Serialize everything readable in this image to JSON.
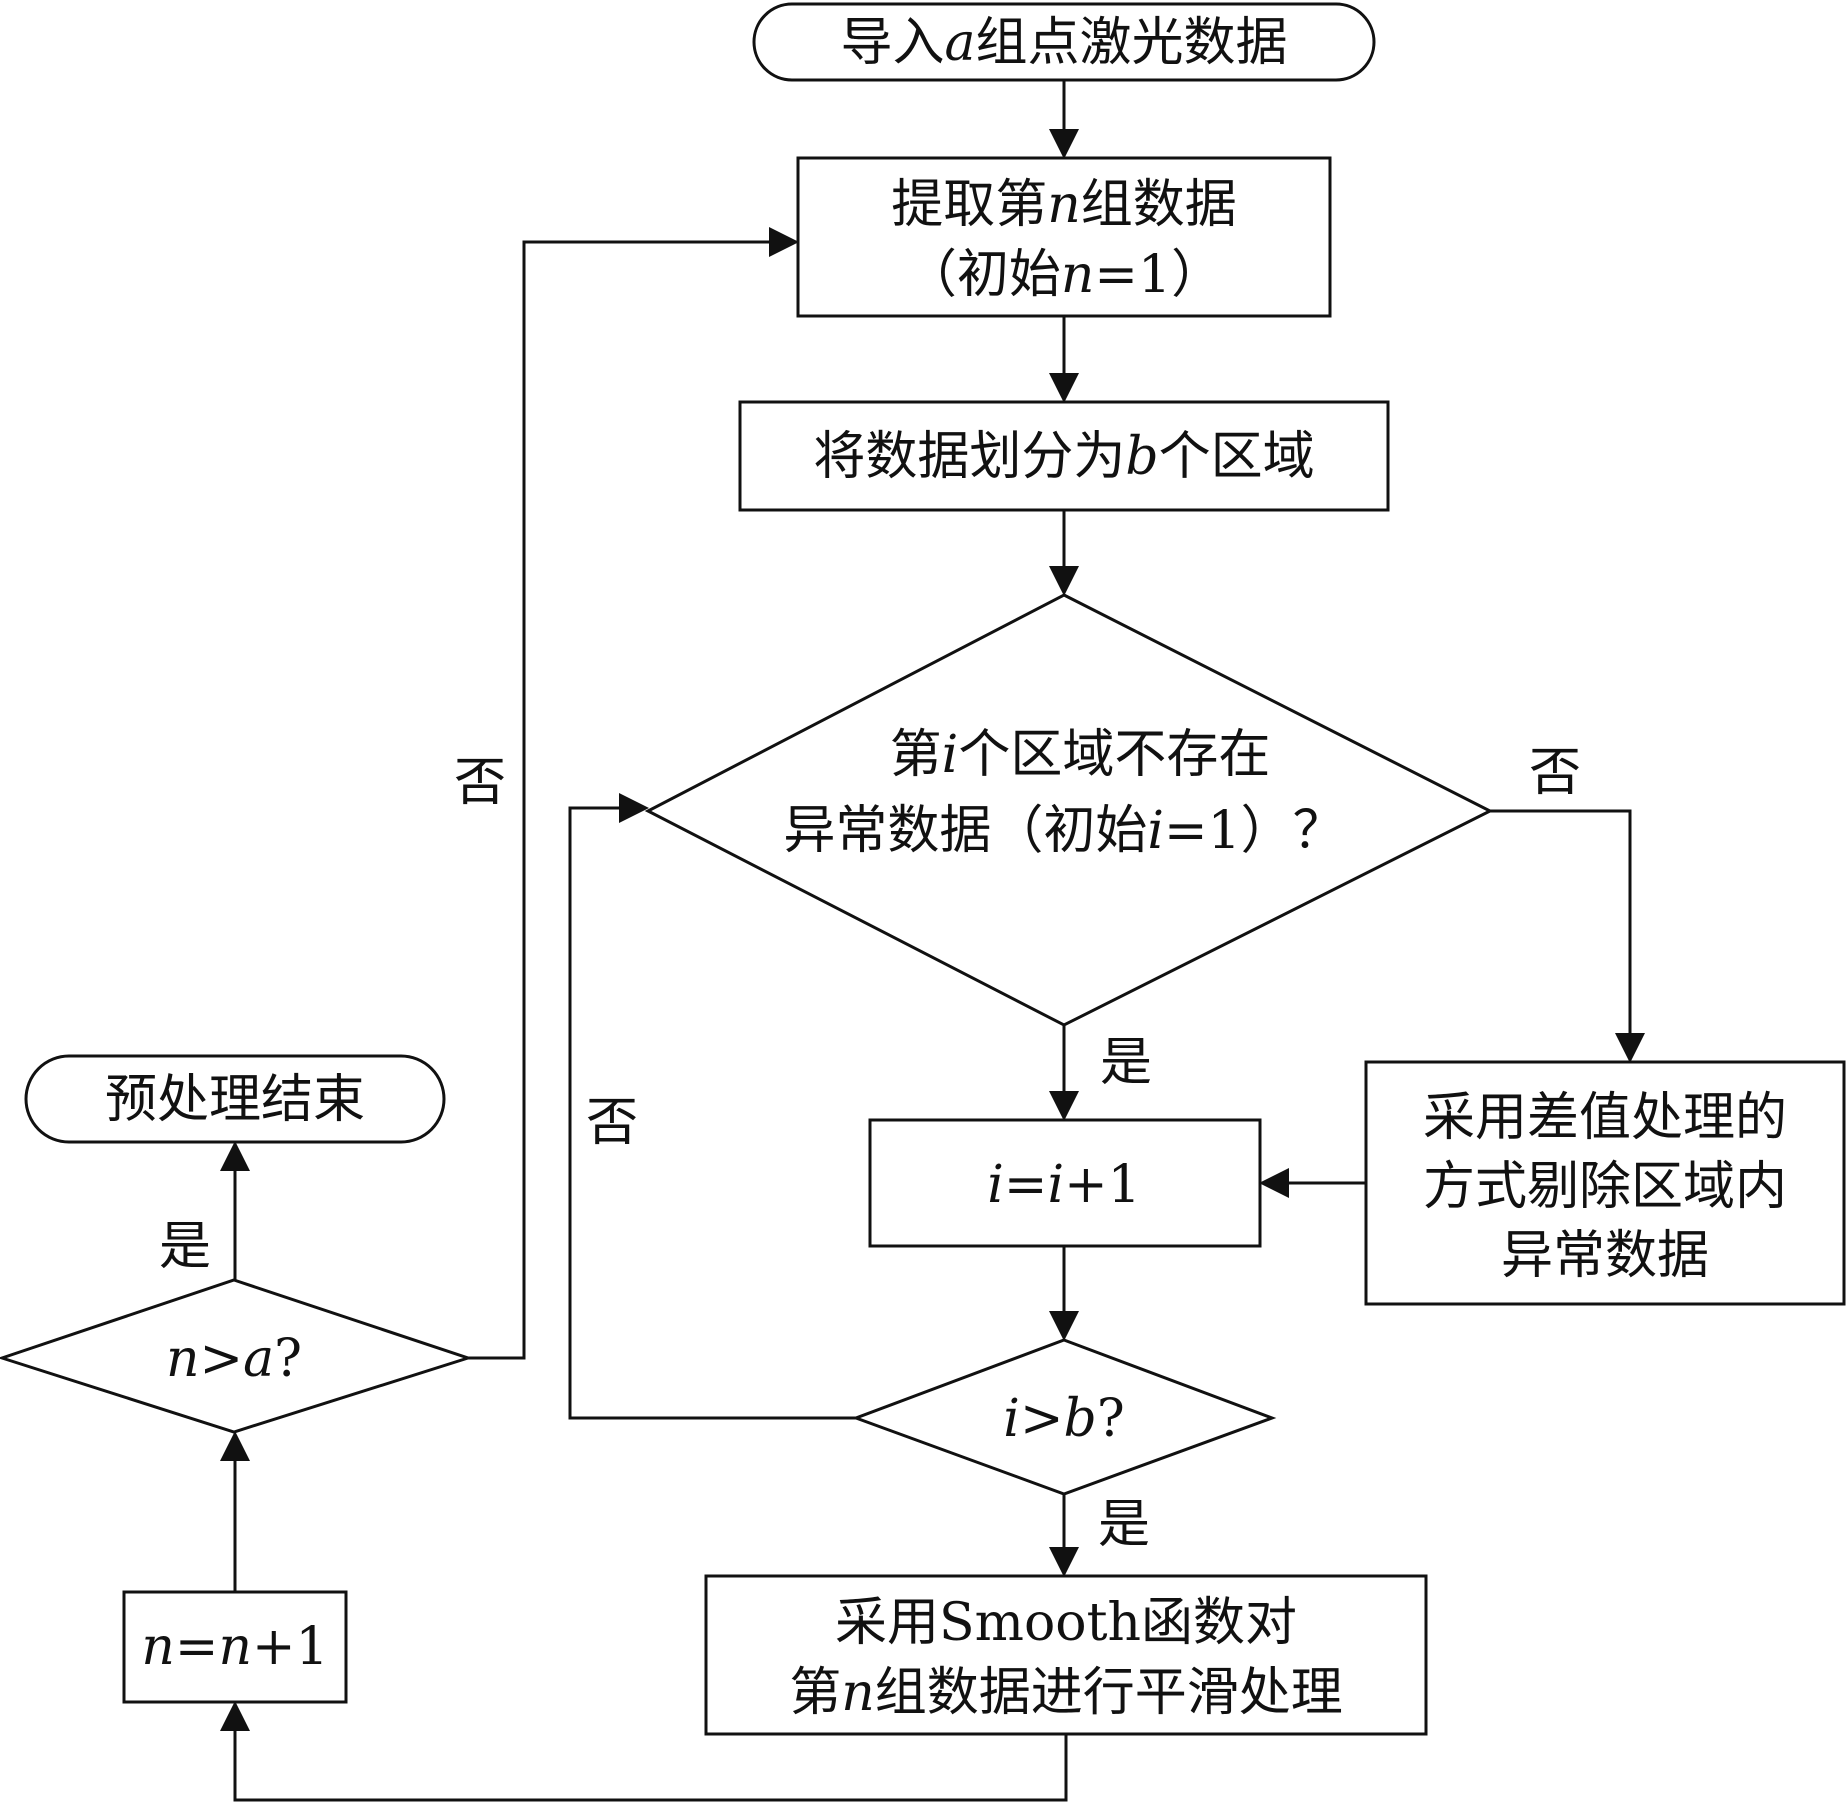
{
  "nodes": {
    "start": {
      "text": [
        {
          "t": "导入"
        },
        {
          "t": "a",
          "i": true
        },
        {
          "t": "组点激光数据"
        }
      ]
    },
    "extract": {
      "line1": [
        {
          "t": "提取第"
        },
        {
          "t": "n",
          "i": true
        },
        {
          "t": "组数据"
        }
      ],
      "line2": [
        {
          "t": "（初始"
        },
        {
          "t": "n",
          "i": true
        },
        {
          "t": "=1）"
        }
      ]
    },
    "divide": {
      "text": [
        {
          "t": "将数据划分为"
        },
        {
          "t": "b",
          "i": true
        },
        {
          "t": "个区域"
        }
      ]
    },
    "check_region": {
      "line1": [
        {
          "t": "第"
        },
        {
          "t": "i",
          "i": true
        },
        {
          "t": "个区域不存在"
        }
      ],
      "line2": [
        {
          "t": "异常数据（初始"
        },
        {
          "t": "i",
          "i": true
        },
        {
          "t": "=1）？"
        }
      ]
    },
    "interp": {
      "line1": "采用差值处理的",
      "line2": "方式剔除区域内",
      "line3": "异常数据"
    },
    "inc_i": {
      "text": [
        {
          "t": "i",
          "i": true
        },
        {
          "t": "="
        },
        {
          "t": "i",
          "i": true
        },
        {
          "t": "+1"
        }
      ]
    },
    "check_i": {
      "text": [
        {
          "t": "i",
          "i": true
        },
        {
          "t": ">"
        },
        {
          "t": "b",
          "i": true
        },
        {
          "t": "?"
        }
      ]
    },
    "smooth": {
      "line1": [
        {
          "t": "采用Smooth函数对"
        }
      ],
      "line2": [
        {
          "t": "第"
        },
        {
          "t": "n",
          "i": true
        },
        {
          "t": "组数据进行平滑处理"
        }
      ]
    },
    "inc_n": {
      "text": [
        {
          "t": "n",
          "i": true
        },
        {
          "t": "="
        },
        {
          "t": "n",
          "i": true
        },
        {
          "t": "+1"
        }
      ]
    },
    "check_n": {
      "text": [
        {
          "t": "n",
          "i": true
        },
        {
          "t": ">"
        },
        {
          "t": "a",
          "i": true
        },
        {
          "t": "?"
        }
      ]
    },
    "end": {
      "text": [
        {
          "t": "预处理结束"
        }
      ]
    }
  },
  "edge_labels": {
    "region_no": "否",
    "region_yes": "是",
    "i_no": "否",
    "i_yes": "是",
    "n_no": "否",
    "n_yes": "是"
  }
}
